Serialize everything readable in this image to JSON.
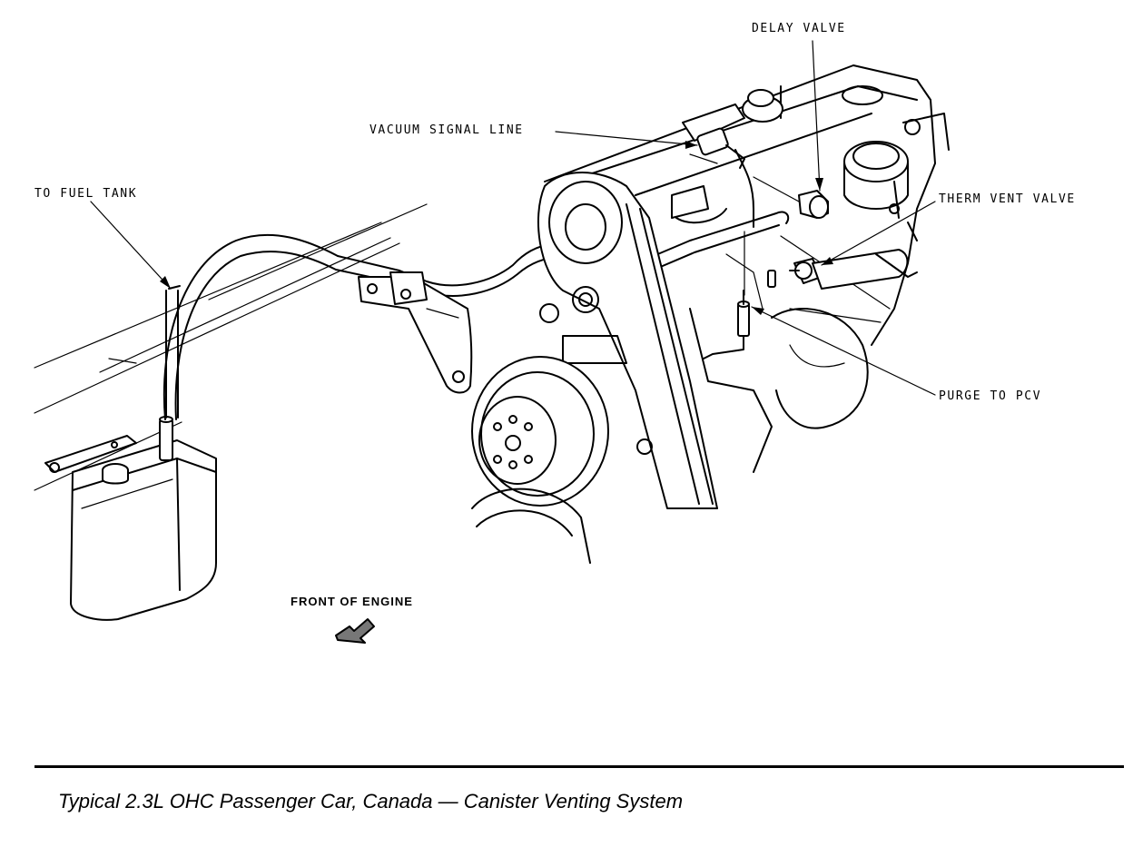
{
  "labels": {
    "delay_valve": "DELAY VALVE",
    "vacuum_signal_line": "VACUUM SIGNAL LINE",
    "to_fuel_tank": "TO FUEL TANK",
    "therm_vent_valve": "THERM VENT VALVE",
    "purge_to_pcv": "PURGE TO PCV",
    "front_of_engine": "FRONT OF ENGINE"
  },
  "caption": "Typical 2.3L OHC Passenger Car, Canada — Canister Venting System"
}
